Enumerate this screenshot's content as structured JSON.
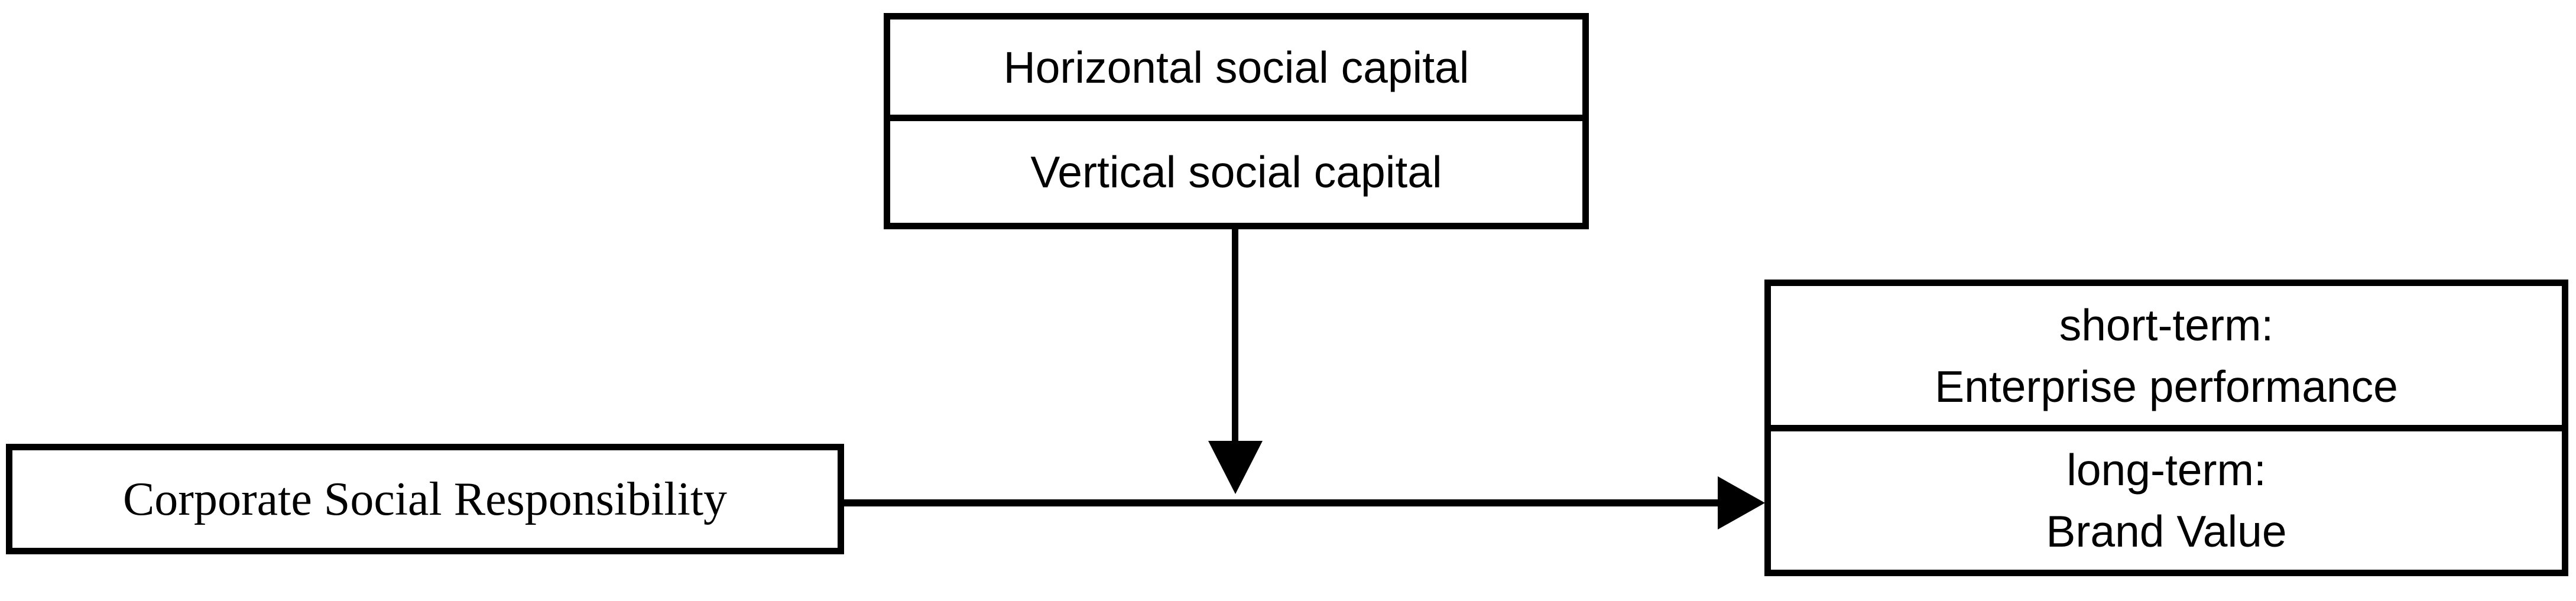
{
  "diagram": {
    "title_implied": "CSR moderation model diagram",
    "colors": {
      "line": "#000000",
      "box_fill": "#ffffff",
      "background": "#ffffff"
    },
    "moderator_box": {
      "rows": [
        "Horizontal social capital",
        "Vertical social capital"
      ]
    },
    "independent_box": {
      "label": "Corporate Social Responsibility"
    },
    "outcome_box": {
      "rows": [
        {
          "line1": "short-term:",
          "line2": "Enterprise performance"
        },
        {
          "line1": "long-term:",
          "line2": "Brand Value"
        }
      ]
    },
    "arrows": [
      {
        "name": "moderation-arrow",
        "direction": "down"
      },
      {
        "name": "effect-arrow",
        "direction": "right"
      }
    ]
  }
}
